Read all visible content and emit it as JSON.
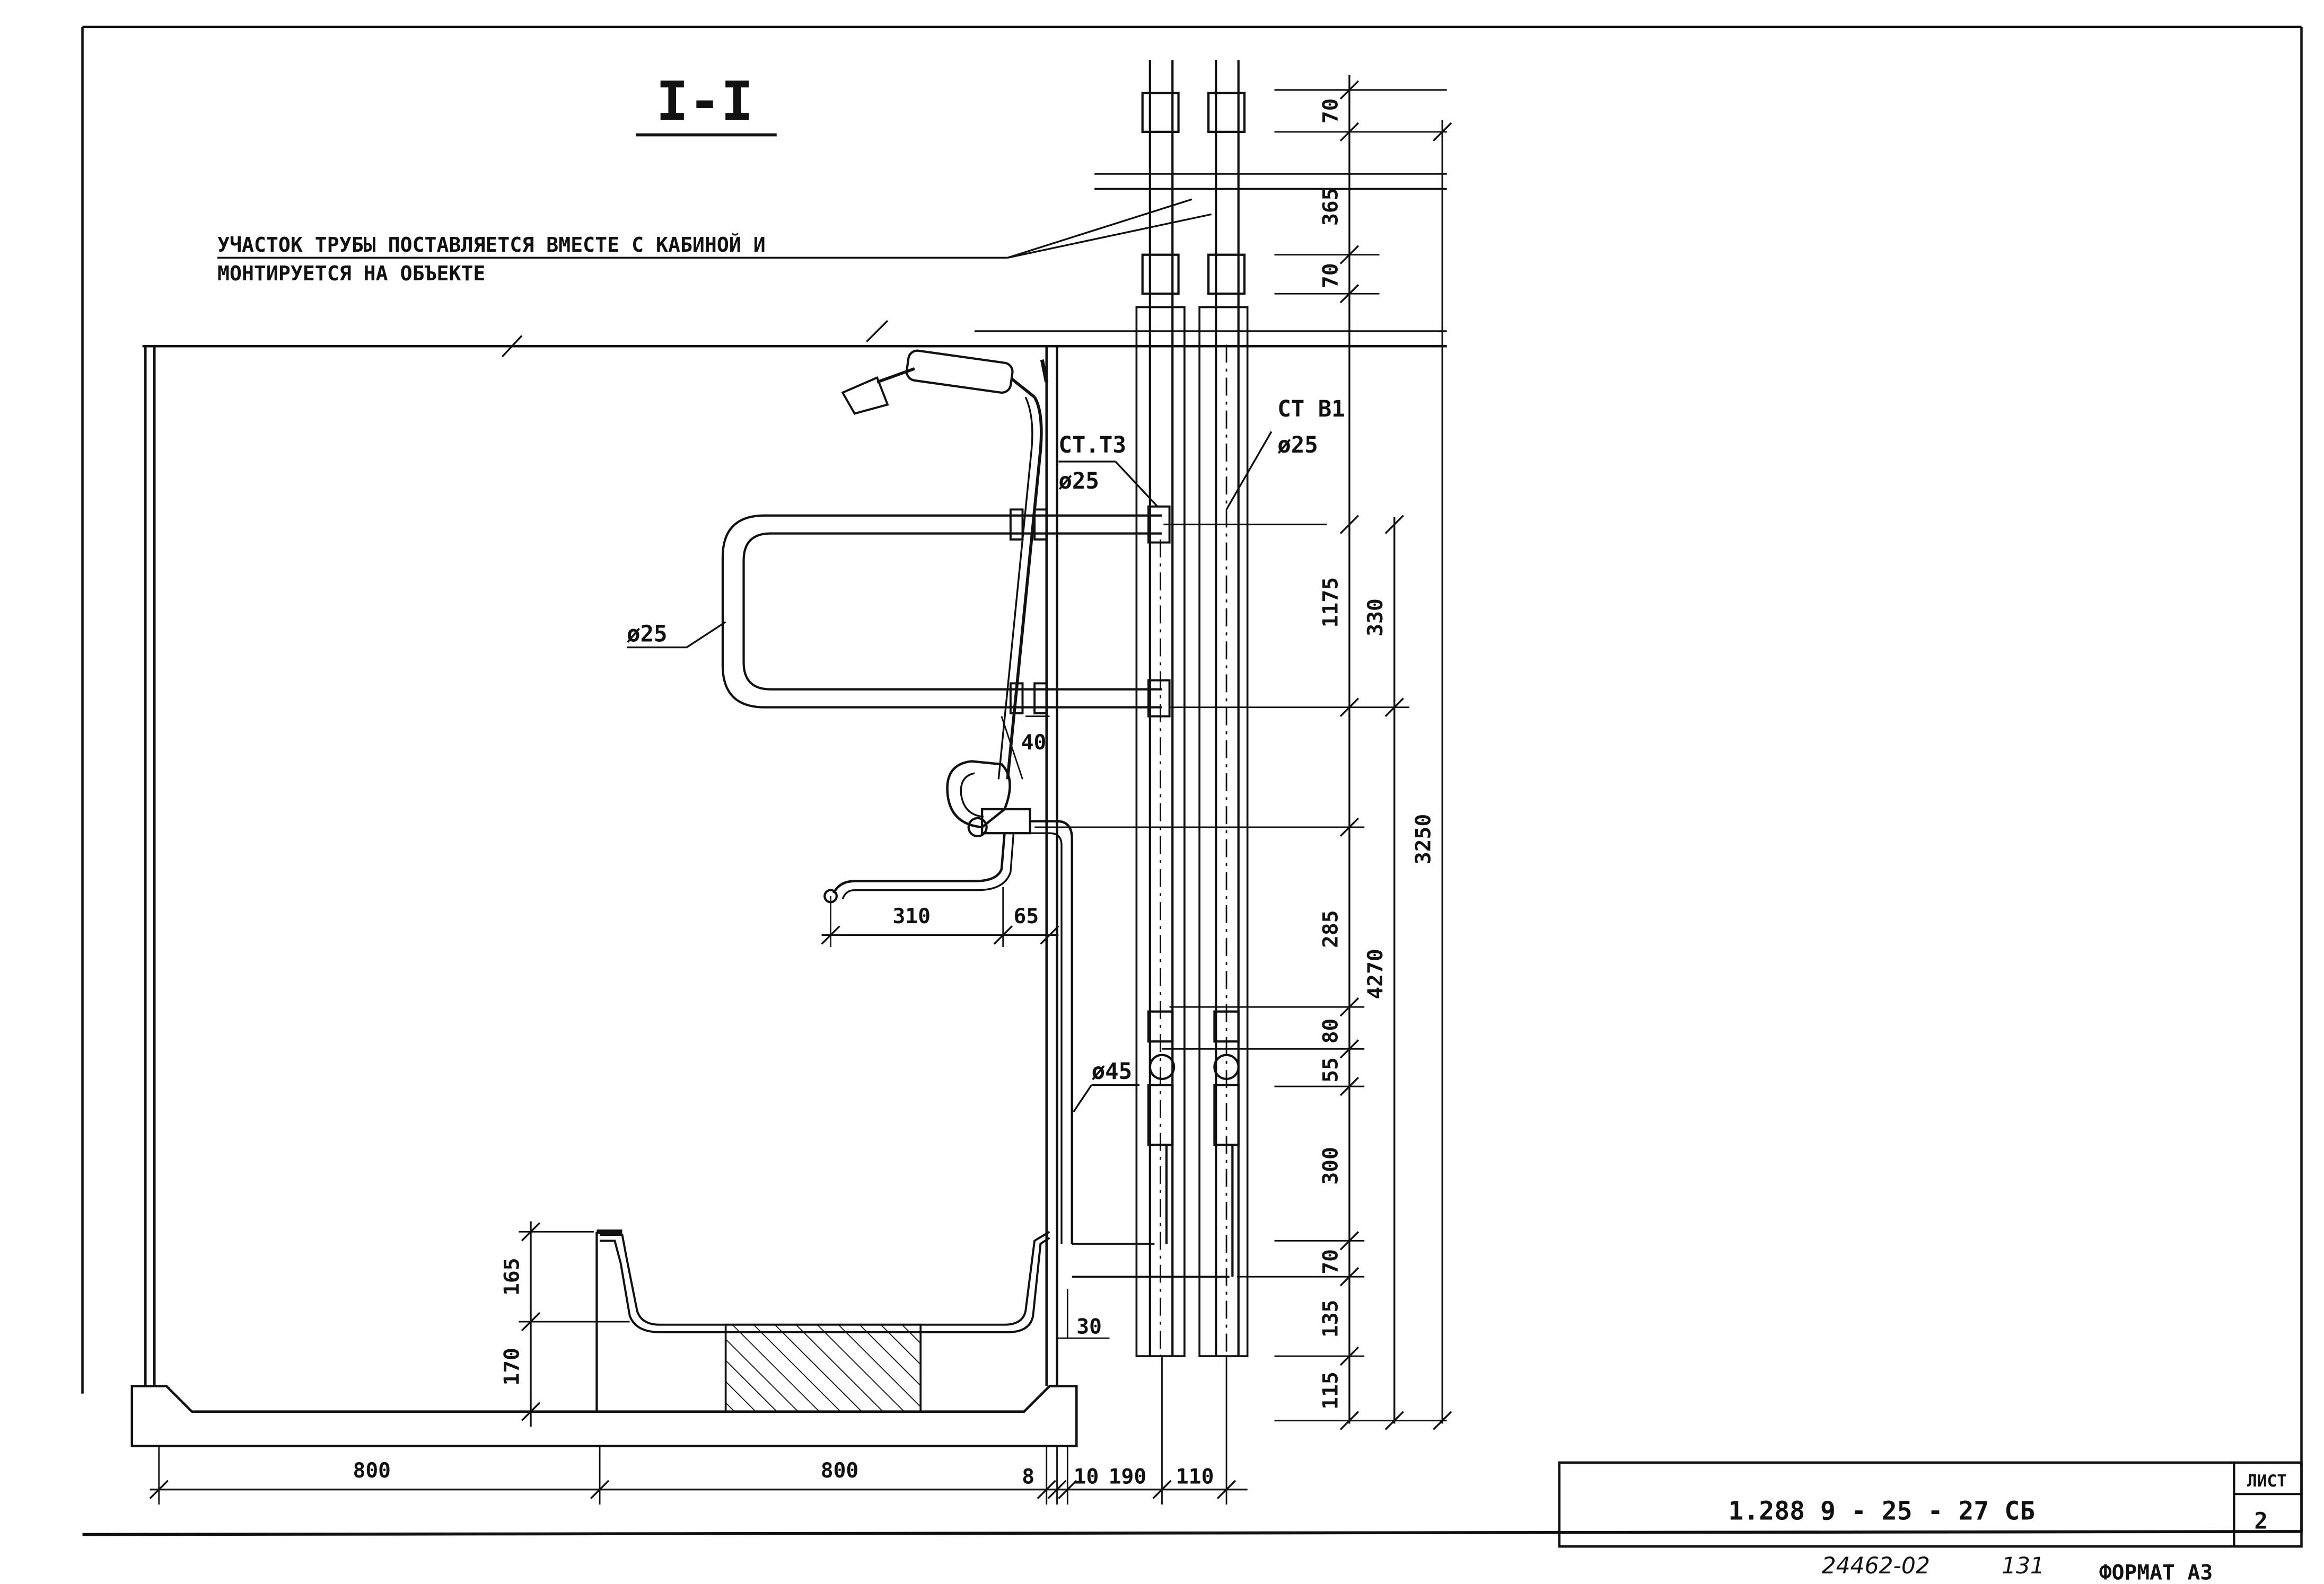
{
  "section_title": "I-I",
  "note": {
    "line1": "УЧАСТОК ТРУБЫ ПОСТАВЛЯЕТСЯ ВМЕСТЕ С КАБИНОЙ И",
    "line2": "МОНТИРУЕТСЯ НА ОБЪЕКТЕ"
  },
  "risers": {
    "hot": {
      "label": "СТ.Т3",
      "diameter": "ø25"
    },
    "cold": {
      "label": "СТ В1",
      "diameter": "ø25"
    }
  },
  "towel_rail_diameter": "ø25",
  "shower_pipe_diameter": "ø45",
  "dimensions": {
    "right": [
      "70",
      "365",
      "70",
      "1175",
      "330",
      "3250",
      "285",
      "4270",
      "55",
      "80",
      "300",
      "70",
      "135",
      "115"
    ],
    "bath": [
      "165",
      "170"
    ],
    "mixer": [
      "310",
      "65",
      "40",
      "30"
    ],
    "bottom": [
      "800",
      "800",
      "8",
      "10",
      "190",
      "110"
    ]
  },
  "title_block": {
    "code": "1.288 9 - 25 - 27 СБ",
    "sheet_label": "ЛИСТ",
    "sheet_number": "2"
  },
  "footer": {
    "inventory": "24462-02",
    "number": "131",
    "format": "ФОРМАТ А3"
  }
}
